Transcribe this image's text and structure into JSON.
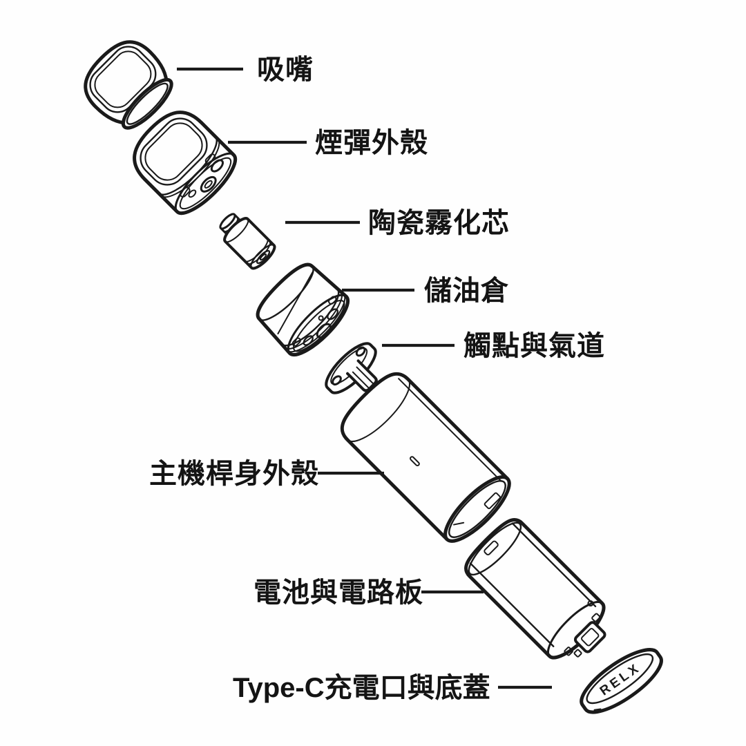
{
  "canvas": {
    "background": "#fefefe",
    "ink_color": "#1a1a1a",
    "description_type": "exploded-view line diagram of a pod vape device"
  },
  "diagram": {
    "brand": "RELX",
    "labels": [
      {
        "id": "mouthpiece",
        "text": "吸嘴"
      },
      {
        "id": "pod-shell",
        "text": "煙彈外殼"
      },
      {
        "id": "ceramic-coil",
        "text": "陶瓷霧化芯"
      },
      {
        "id": "oil-chamber",
        "text": "儲油倉"
      },
      {
        "id": "contacts-airway",
        "text": "觸點與氣道"
      },
      {
        "id": "body-shell",
        "text": "主機桿身外殼"
      },
      {
        "id": "battery-board",
        "text": "電池與電路板"
      },
      {
        "id": "typec-cap",
        "text": "Type-C充電口與底蓋"
      }
    ]
  }
}
